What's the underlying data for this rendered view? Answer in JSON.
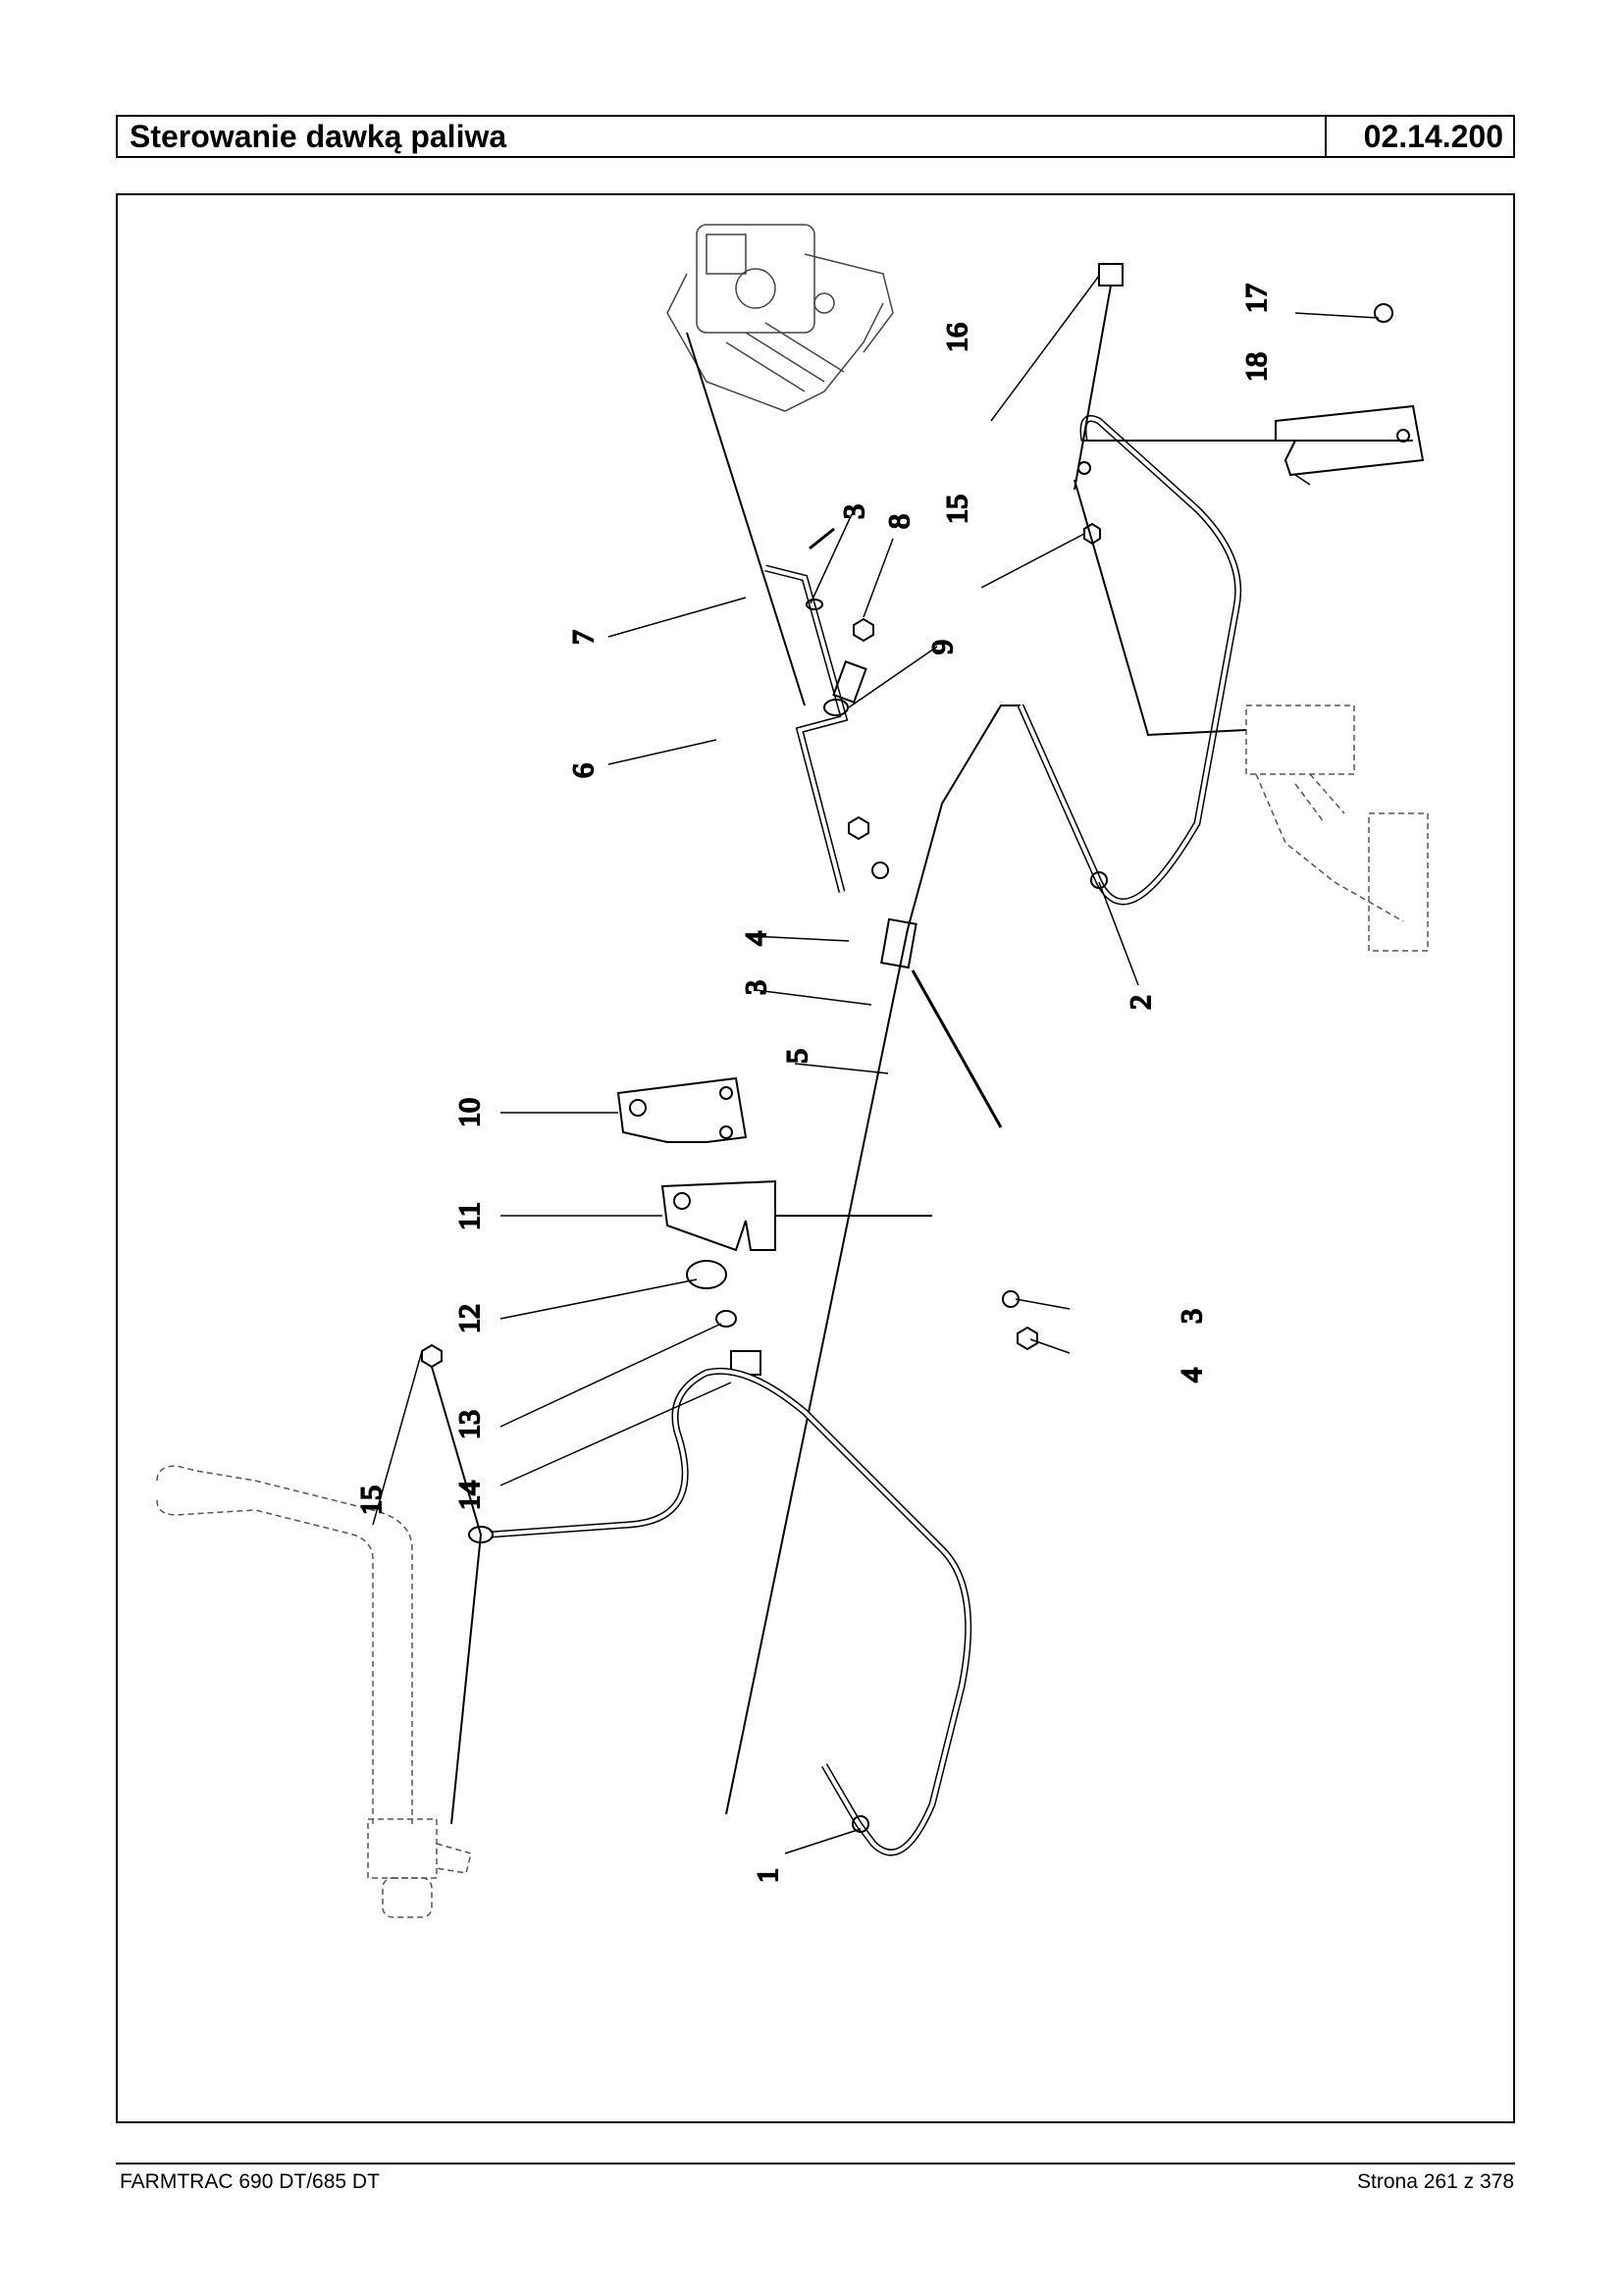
{
  "header": {
    "title": "Sterowanie dawką paliwa",
    "code": "02.14.200"
  },
  "footer": {
    "left": "FARMTRAC 690 DT/685 DT",
    "right": "Strona 261 z 378"
  },
  "callouts": [
    "1",
    "2",
    "3",
    "3",
    "3",
    "4",
    "4",
    "5",
    "6",
    "7",
    "8",
    "9",
    "10",
    "11",
    "12",
    "13",
    "14",
    "15",
    "15",
    "16",
    "17",
    "18"
  ]
}
